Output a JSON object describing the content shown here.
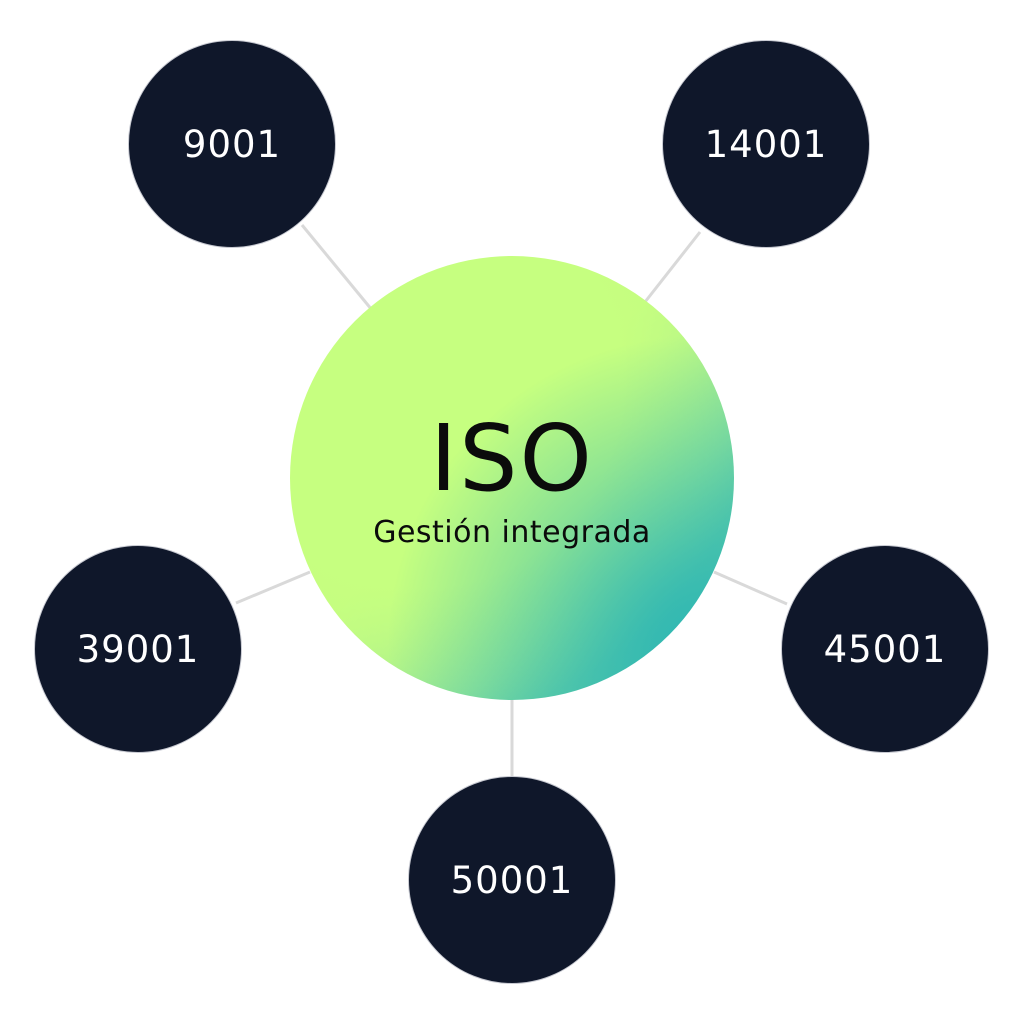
{
  "center": {
    "title": "ISO",
    "subtitle": "Gestión integrada"
  },
  "nodes": [
    {
      "id": "9001",
      "label": "9001"
    },
    {
      "id": "14001",
      "label": "14001"
    },
    {
      "id": "39001",
      "label": "39001"
    },
    {
      "id": "45001",
      "label": "45001"
    },
    {
      "id": "50001",
      "label": "50001"
    }
  ],
  "colors": {
    "node_fill": "#0f172a",
    "node_text": "#ffffff",
    "connector": "#d9d9d9",
    "center_light": "#c8ff7f",
    "center_teal": "#35b8b0"
  }
}
